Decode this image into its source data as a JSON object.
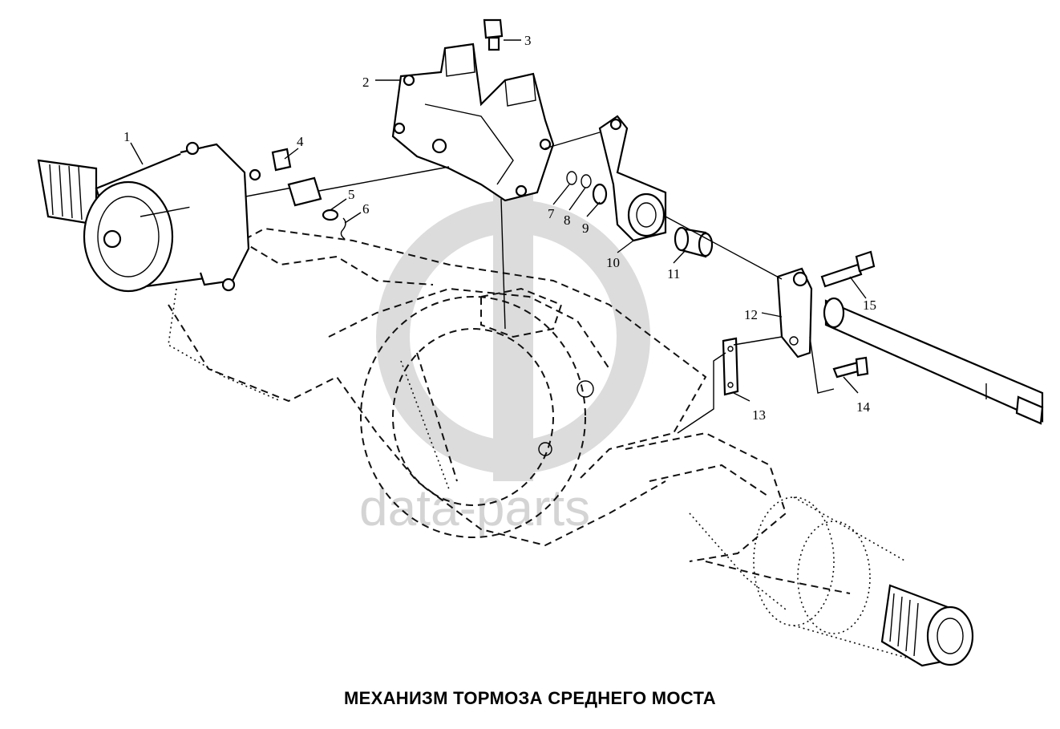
{
  "caption": "МЕХАНИЗМ ТОРМОЗА СРЕДНЕГО МОСТА",
  "watermark": "data-parts",
  "callouts": [
    "1",
    "2",
    "3",
    "4",
    "5",
    "6",
    "7",
    "8",
    "9",
    "10",
    "11",
    "12",
    "13",
    "14",
    "15"
  ],
  "colors": {
    "ink": "#000000",
    "watermark": "#d4d4d4",
    "background": "#ffffff"
  }
}
